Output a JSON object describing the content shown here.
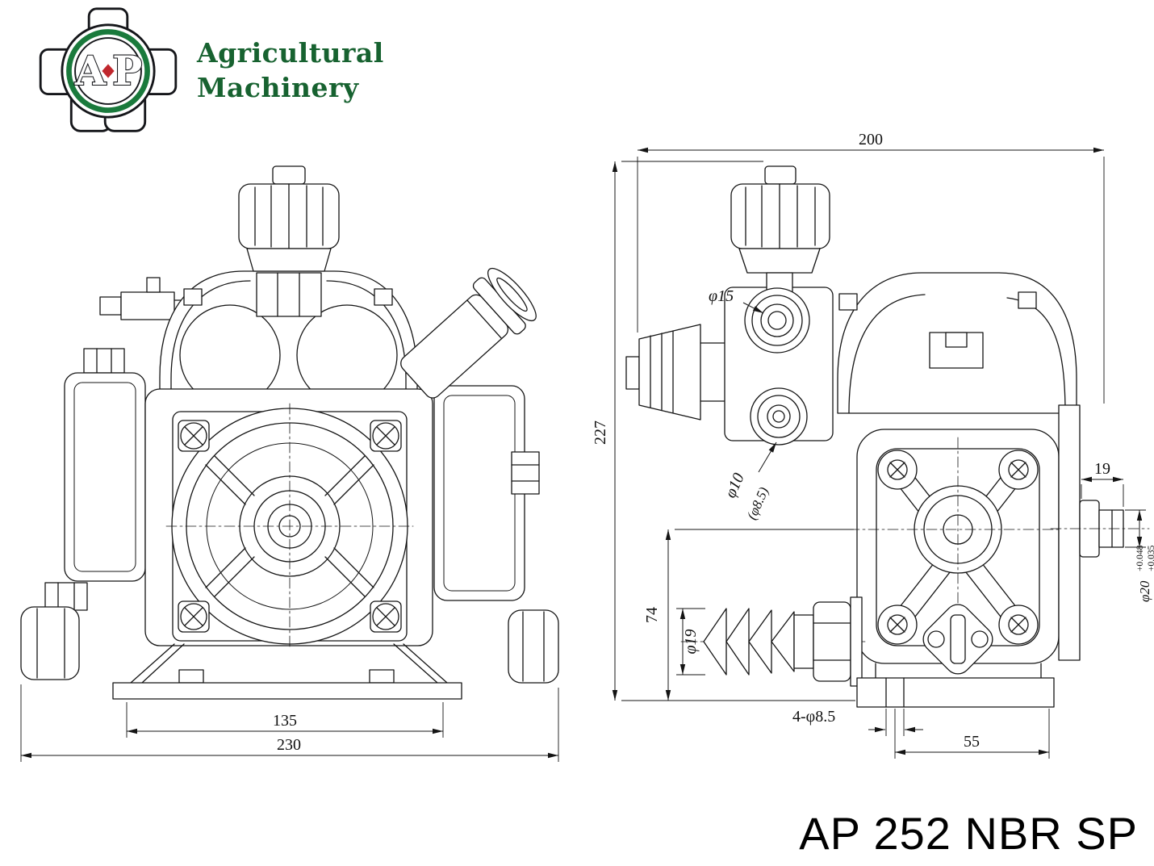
{
  "page": {
    "background": "#ffffff"
  },
  "logo": {
    "monogram_left": "A",
    "monogram_right": "P",
    "name_line1": "Agricultural",
    "name_line2": "Machinery",
    "green": "#1a7a3c",
    "red": "#c0272d"
  },
  "title": "AP 252 NBR SP",
  "drawing": {
    "line_color": "#141414",
    "dimensions": {
      "overall_width_top": "200",
      "overall_height": "227",
      "inlet_port": "φ15",
      "outlet_port": "φ10",
      "outlet_port_alt": "(φ8.5)",
      "shaft_length": "19",
      "shaft_center_height": "74",
      "hose_barb": "φ19",
      "shaft_diameter": "φ20",
      "shaft_tol_upper": "+0.048",
      "shaft_tol_lower": "+0.035",
      "mounting_holes": "4-φ8.5",
      "mounting_hole_spacing": "55",
      "foot_slot_spacing": "135",
      "overall_width_front": "230"
    }
  }
}
